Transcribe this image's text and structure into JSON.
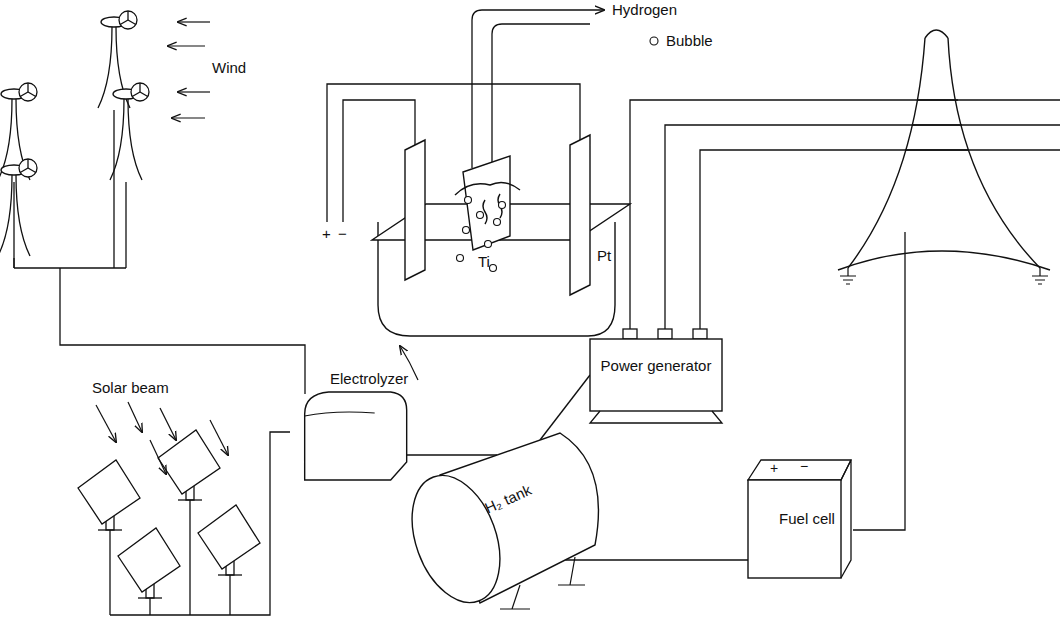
{
  "diagram": {
    "nodes": [
      {
        "text": [
          "Electrolyzer"
        ]
      },
      {
        "text": [
          "H₂ tank"
        ]
      },
      {
        "text": [
          "Power generator"
        ]
      },
      {
        "text": [
          "Fuel cell"
        ]
      }
    ],
    "edges": [
      {
        "from": 0,
        "to": 1,
        "arrow": "none"
      },
      {
        "from": 1,
        "to": 2,
        "arrow": "none"
      },
      {
        "from": 1,
        "to": 3,
        "arrow": "none"
      }
    ],
    "labels": [
      "Hydrogen",
      "Wind",
      "Solar beam",
      "+",
      "−",
      "Ti",
      "Pt",
      "+",
      "−"
    ],
    "legend": [
      {
        "text": "Bubble"
      }
    ]
  }
}
